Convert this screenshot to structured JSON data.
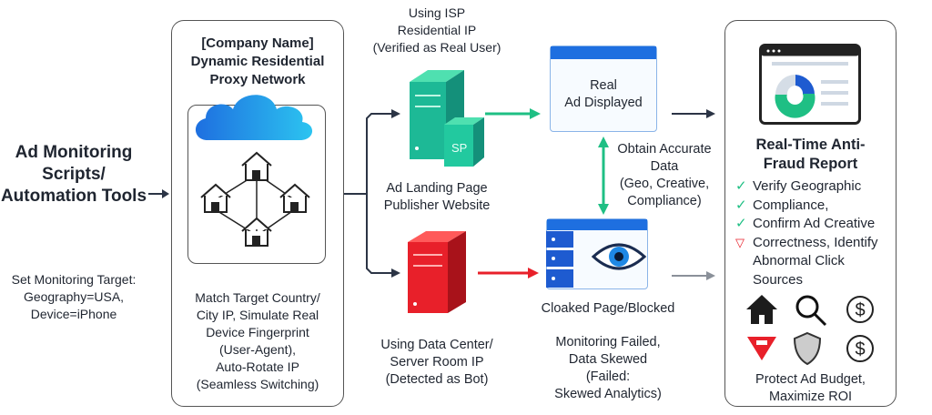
{
  "left": {
    "title": "Ad Monitoring\nScripts/\nAutomation Tools",
    "target": "Set Monitoring Target:\nGeography=USA,\nDevice=iPhone"
  },
  "proxy": {
    "title": "[Company Name]\nDynamic Residential\nProxy Network",
    "description": "Match Target Country/\nCity IP, Simulate Real\nDevice Fingerprint\n(User-Agent),\nAuto-Rotate IP\n(Seamless Switching)"
  },
  "isp": {
    "label": "Using ISP\nResidential IP\n(Verified as Real User)",
    "server_badge": "SP",
    "site": "Ad Landing Page\nPublisher Website"
  },
  "datacenter": {
    "label": "Using Data Center/\nServer Room IP\n(Detected as Bot)"
  },
  "real_ad": {
    "label": "Real\nAd Displayed",
    "accurate": "Obtain Accurate\nData\n(Geo, Creative,\nCompliance)"
  },
  "cloaked": {
    "label": "Cloaked Page/Blocked",
    "failed": "Monitoring Failed,\nData Skewed\n(Failed:\nSkewed Analytics)"
  },
  "report": {
    "title": "Real-Time Anti-\nFraud Report",
    "items": [
      {
        "icon": "check-icon",
        "text": "Verify Geographic"
      },
      {
        "icon": "check-icon",
        "text": "Compliance,"
      },
      {
        "icon": "check-icon",
        "text": "Confirm Ad Creative"
      },
      {
        "icon": "warning-triangle-icon",
        "text": "Correctness, Identify"
      },
      {
        "icon": "",
        "text": "Abnormal Click"
      },
      {
        "icon": "",
        "text": "Sources"
      }
    ],
    "footer": "Protect Ad Budget,\nMaximize ROI"
  },
  "colors": {
    "green": "#1fbf84",
    "red": "#e8202a",
    "blue": "#1e88e5",
    "dark": "#2b3445"
  }
}
